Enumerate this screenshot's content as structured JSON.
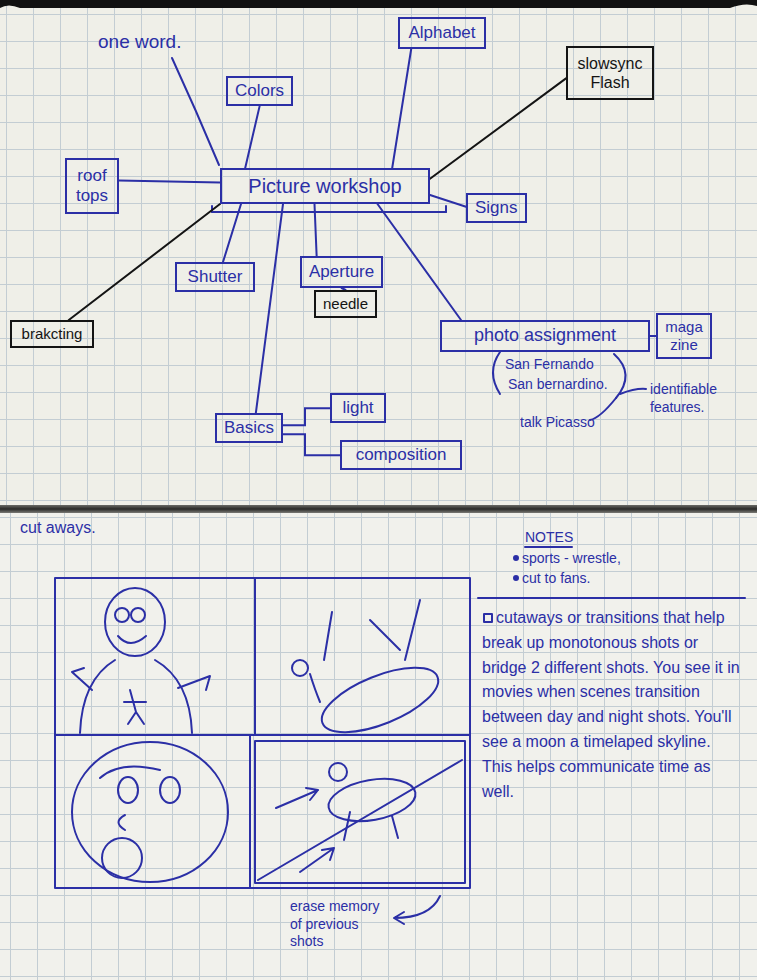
{
  "diagram": {
    "nodes": [
      {
        "text": [
          "Colors"
        ]
      },
      {
        "text": [
          "Alphabet"
        ]
      },
      {
        "text": [
          "slowsync Flash"
        ]
      },
      {
        "text": [
          "roof tops"
        ]
      },
      {
        "text": [
          "Picture workshop"
        ]
      },
      {
        "text": [
          "Signs"
        ]
      },
      {
        "text": [
          "Shutter"
        ]
      },
      {
        "text": [
          "Aperture"
        ]
      },
      {
        "text": [
          "needle"
        ]
      },
      {
        "text": [
          "brakcting"
        ]
      },
      {
        "text": [
          "photo assignment"
        ]
      },
      {
        "text": [
          "maga zine"
        ]
      },
      {
        "text": [
          "Basics"
        ]
      },
      {
        "text": [
          "light"
        ]
      },
      {
        "text": [
          "composition"
        ]
      }
    ],
    "edges": [
      {
        "from": 4,
        "to": 0,
        "arrow": "none"
      },
      {
        "from": 4,
        "to": 1,
        "arrow": "none"
      },
      {
        "from": 4,
        "to": 2,
        "arrow": "none"
      },
      {
        "from": 4,
        "to": 3,
        "arrow": "none"
      },
      {
        "from": 4,
        "to": 5,
        "arrow": "none"
      },
      {
        "from": 4,
        "to": 6,
        "arrow": "none"
      },
      {
        "from": 4,
        "to": 7,
        "arrow": "none"
      },
      {
        "from": 4,
        "to": 9,
        "arrow": "none"
      },
      {
        "from": 4,
        "to": 10,
        "arrow": "none"
      },
      {
        "from": 4,
        "to": 12,
        "arrow": "none"
      },
      {
        "from": 7,
        "to": 8,
        "arrow": "none"
      },
      {
        "from": 10,
        "to": 11,
        "arrow": "none"
      },
      {
        "from": 12,
        "to": 13,
        "arrow": "none"
      },
      {
        "from": 12,
        "to": 14,
        "arrow": "none"
      }
    ],
    "labels": [
      "one word.",
      "San Fernando",
      "San bernardino.",
      "talk Picasso",
      "identifiable features.",
      "cut aways.",
      "NOTES",
      "sports - wrestle,",
      "cut to fans.",
      "cutaways or transitions that help break up monotonous shots or bridge 2 different shots. You see it in movies when scenes transition between day and night shots. You'll see a moon a timelaped skyline. This helps communicate time as well.",
      "erase memory of previous shots"
    ]
  }
}
